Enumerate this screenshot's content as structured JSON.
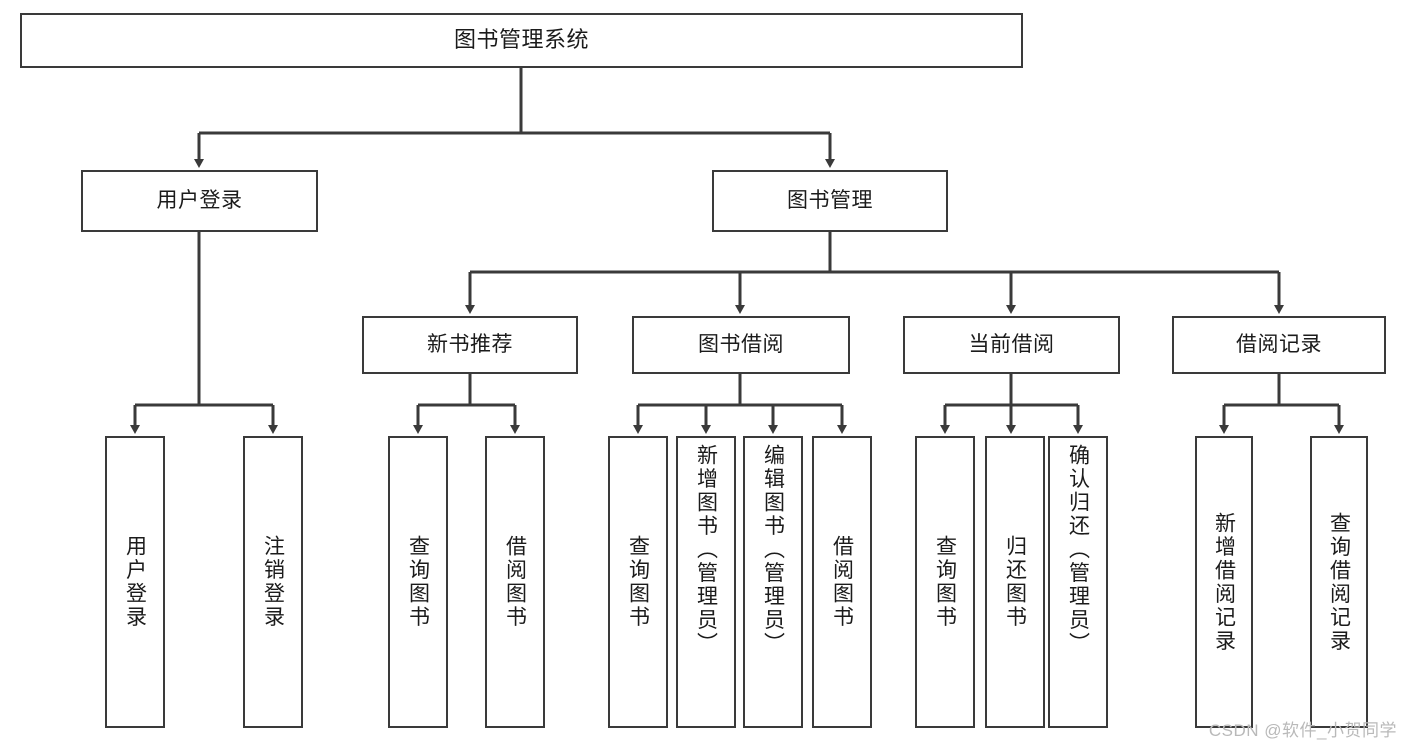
{
  "diagram": {
    "title": "图书管理系统",
    "watermark": "CSDN @软件_小贺同学",
    "stroke_color": "#3a3a3a",
    "background_color": "#ffffff",
    "text_color": "#1b1b1b",
    "nodes": {
      "root": {
        "label": "图书管理系统"
      },
      "level2": [
        {
          "id": "user-login",
          "label": "用户登录"
        },
        {
          "id": "book-manage",
          "label": "图书管理"
        }
      ],
      "level3": [
        {
          "id": "new-book-recommend",
          "label": "新书推荐"
        },
        {
          "id": "book-borrow",
          "label": "图书借阅"
        },
        {
          "id": "current-borrow",
          "label": "当前借阅"
        },
        {
          "id": "borrow-record",
          "label": "借阅记录"
        }
      ],
      "leaves": {
        "user-login": [
          {
            "id": "leaf-user-login",
            "label": "用户登录"
          },
          {
            "id": "leaf-logout-login",
            "label": "注销登录"
          }
        ],
        "new-book-recommend": [
          {
            "id": "leaf-query-book-1",
            "label": "查询图书"
          },
          {
            "id": "leaf-borrow-book-1",
            "label": "借阅图书"
          }
        ],
        "book-borrow": [
          {
            "id": "leaf-query-book-2",
            "label": "查询图书"
          },
          {
            "id": "leaf-add-book-admin",
            "label": "新增图书（管理员）"
          },
          {
            "id": "leaf-edit-book-admin",
            "label": "编辑图书（管理员）"
          },
          {
            "id": "leaf-borrow-book-2",
            "label": "借阅图书"
          }
        ],
        "current-borrow": [
          {
            "id": "leaf-query-book-3",
            "label": "查询图书"
          },
          {
            "id": "leaf-return-book",
            "label": "归还图书"
          },
          {
            "id": "leaf-confirm-return-admin",
            "label": "确认归还（管理员）"
          }
        ],
        "borrow-record": [
          {
            "id": "leaf-add-borrow-record",
            "label": "新增借阅记录"
          },
          {
            "id": "leaf-query-borrow-record",
            "label": "查询借阅记录"
          }
        ]
      }
    }
  }
}
